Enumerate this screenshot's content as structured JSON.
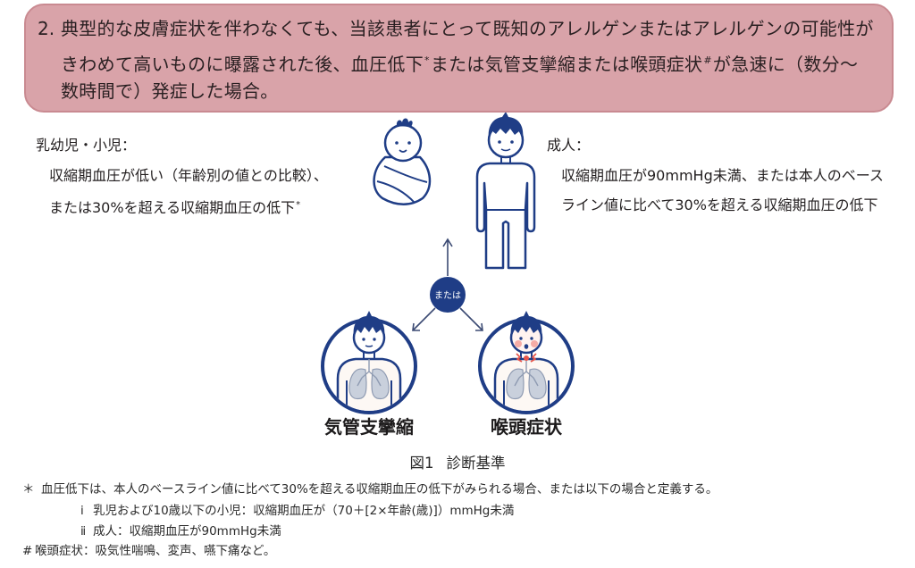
{
  "criterion": {
    "number": "2.",
    "line1": "典型的な皮膚症状を伴わなくても、当該患者にとって既知のアレルゲンまたはアレルゲンの可能性が",
    "line2": {
      "before_mark1": "きわめて高いものに曝露された後、血圧低下",
      "mark1": "*",
      "between": "または気管支攣縮または喉頭症状",
      "mark2": "#",
      "after_mark2": "が急速に（数分～"
    },
    "line3": "数時間で）発症した場合。"
  },
  "infant_criteria": {
    "heading": "乳幼児・小児：",
    "line1": "収縮期血圧が低い（年齢別の値との比較）、",
    "line2": "または30%を超える収縮期血圧の低下",
    "line2_mark": "*"
  },
  "adult_criteria": {
    "heading": "成人：",
    "line1": "収縮期血圧が90mmHg未満、または本人のベース",
    "line2": "ライン値に比べて30%を超える収縮期血圧の低下"
  },
  "connector": {
    "label": "または"
  },
  "outcomes": [
    {
      "label": "気管支攣縮",
      "icon": "lungs-icon"
    },
    {
      "label": "喉頭症状",
      "icon": "laryngeal-symptom-icon"
    }
  ],
  "caption": {
    "figure": "図1",
    "title": "診断基準"
  },
  "footnotes": {
    "hypotension": {
      "mark": "＊",
      "text": "血圧低下は、本人のベースライン値に比べて30%を超える収縮期血圧の低下がみられる場合、または以下の場合と定義する。"
    },
    "criteria": [
      {
        "num": "ⅰ",
        "text": "乳児および10歳以下の小児：収縮期血圧が（70＋[2×年齢(歳)]）mmHg未満"
      },
      {
        "num": "ⅱ",
        "text": "成人：収縮期血圧が90mmHg未満"
      }
    ],
    "laryngeal": {
      "mark": "#",
      "text": "喉頭症状：吸気性喘鳴、変声、嚥下痛など。"
    }
  },
  "icons": {
    "infant": "swaddled-baby-icon",
    "adult": "adult-figure-icon"
  },
  "colors": {
    "box_fill": "#d9a3a9",
    "box_border": "#c98a91",
    "navy": "#1f3d86",
    "ink": "#231f20",
    "arrow": "#3b4a73",
    "lung_fill": "#c9d0dc",
    "lung_line": "#8f9bb2",
    "blush": "#e8574c"
  }
}
